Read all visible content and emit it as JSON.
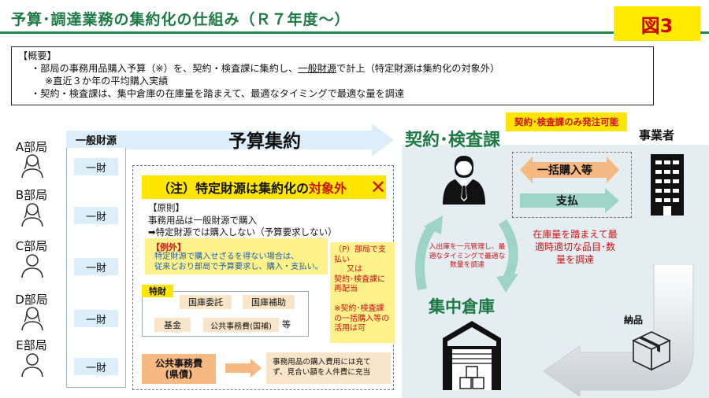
{
  "header": {
    "title": "予算･調達業務の集約化の仕組み（Ｒ７年度～）",
    "figure_label": "図3"
  },
  "overview": {
    "heading": "【概要】",
    "line1_pre": "・部局の事務用品購入予算（※）を、契約・検査課に集約し、",
    "line1_ul": "一般財源",
    "line1_post": "で計上（特定財源は集約化の対象外）",
    "line2": "※直近３か年の平均購入実績",
    "line3": "・契約・検査課は、集中倉庫の在庫量を踏まえて、最適なタイミングで最適な量を調達"
  },
  "departments": [
    {
      "label": "A部局",
      "fund": "一財"
    },
    {
      "label": "B部局",
      "fund": "一財"
    },
    {
      "label": "C部局",
      "fund": "一財"
    },
    {
      "label": "D部局",
      "fund": "一財"
    },
    {
      "label": "E部局",
      "fund": "一財"
    }
  ],
  "ippan_header": "一般財源",
  "budget_label": "予算集約",
  "contract_dept": {
    "title": "契約･検査課",
    "only_badge": "契約･検査課のみ発注可能",
    "bulk_purchase": "一括購入等",
    "payment": "支払",
    "stock_note": "在庫量を踏まえて最適時適切な品目･数量を調達"
  },
  "vendor": {
    "title": "事業者",
    "delivery": "納品"
  },
  "warehouse": {
    "title": "集中倉庫",
    "cycle_note": "入出庫を一元管理し、最適なタイミングで最適な数量を調達"
  },
  "note": {
    "head_pre": "（注）特定財源は集約化の",
    "head_red": "対象外",
    "x_mark": "✕",
    "principle_title": "【原則】",
    "principle_1": "事務用品は一般財源で購入",
    "principle_2": "➡特定財源では購入しない（予算要求しない）",
    "example_title": "【例外】",
    "example_1": "特定財源で購入せざるを得ない場合は、",
    "example_2": "従来どおり部局で予算要求し、購入・支払い。",
    "p_note_1": "（P）部局で支払い",
    "p_note_2": "又は",
    "p_note_3": "契約･検査課に再配当",
    "p_note_4": "※契約･検査課の一括購入等の活用は可",
    "tokuzai_label": "特財",
    "tokuzai_items": [
      "国庫委託",
      "国庫補助",
      "基金",
      "公共事務費(国補)"
    ],
    "tokuzai_etc": "等",
    "kokyo_title_1": "公共事務費",
    "kokyo_title_2": "(県債)",
    "kokyo_note_1": "事務用品の購入費用には充て",
    "kokyo_note_2": "ず、見合い額を人件費に充当"
  },
  "colors": {
    "green": "#1d7a45",
    "red": "#cc1414",
    "yellow": "#ffe600",
    "light_blue": "#dceef9",
    "orange": "#f7b982",
    "teal": "#9ed3c7"
  }
}
